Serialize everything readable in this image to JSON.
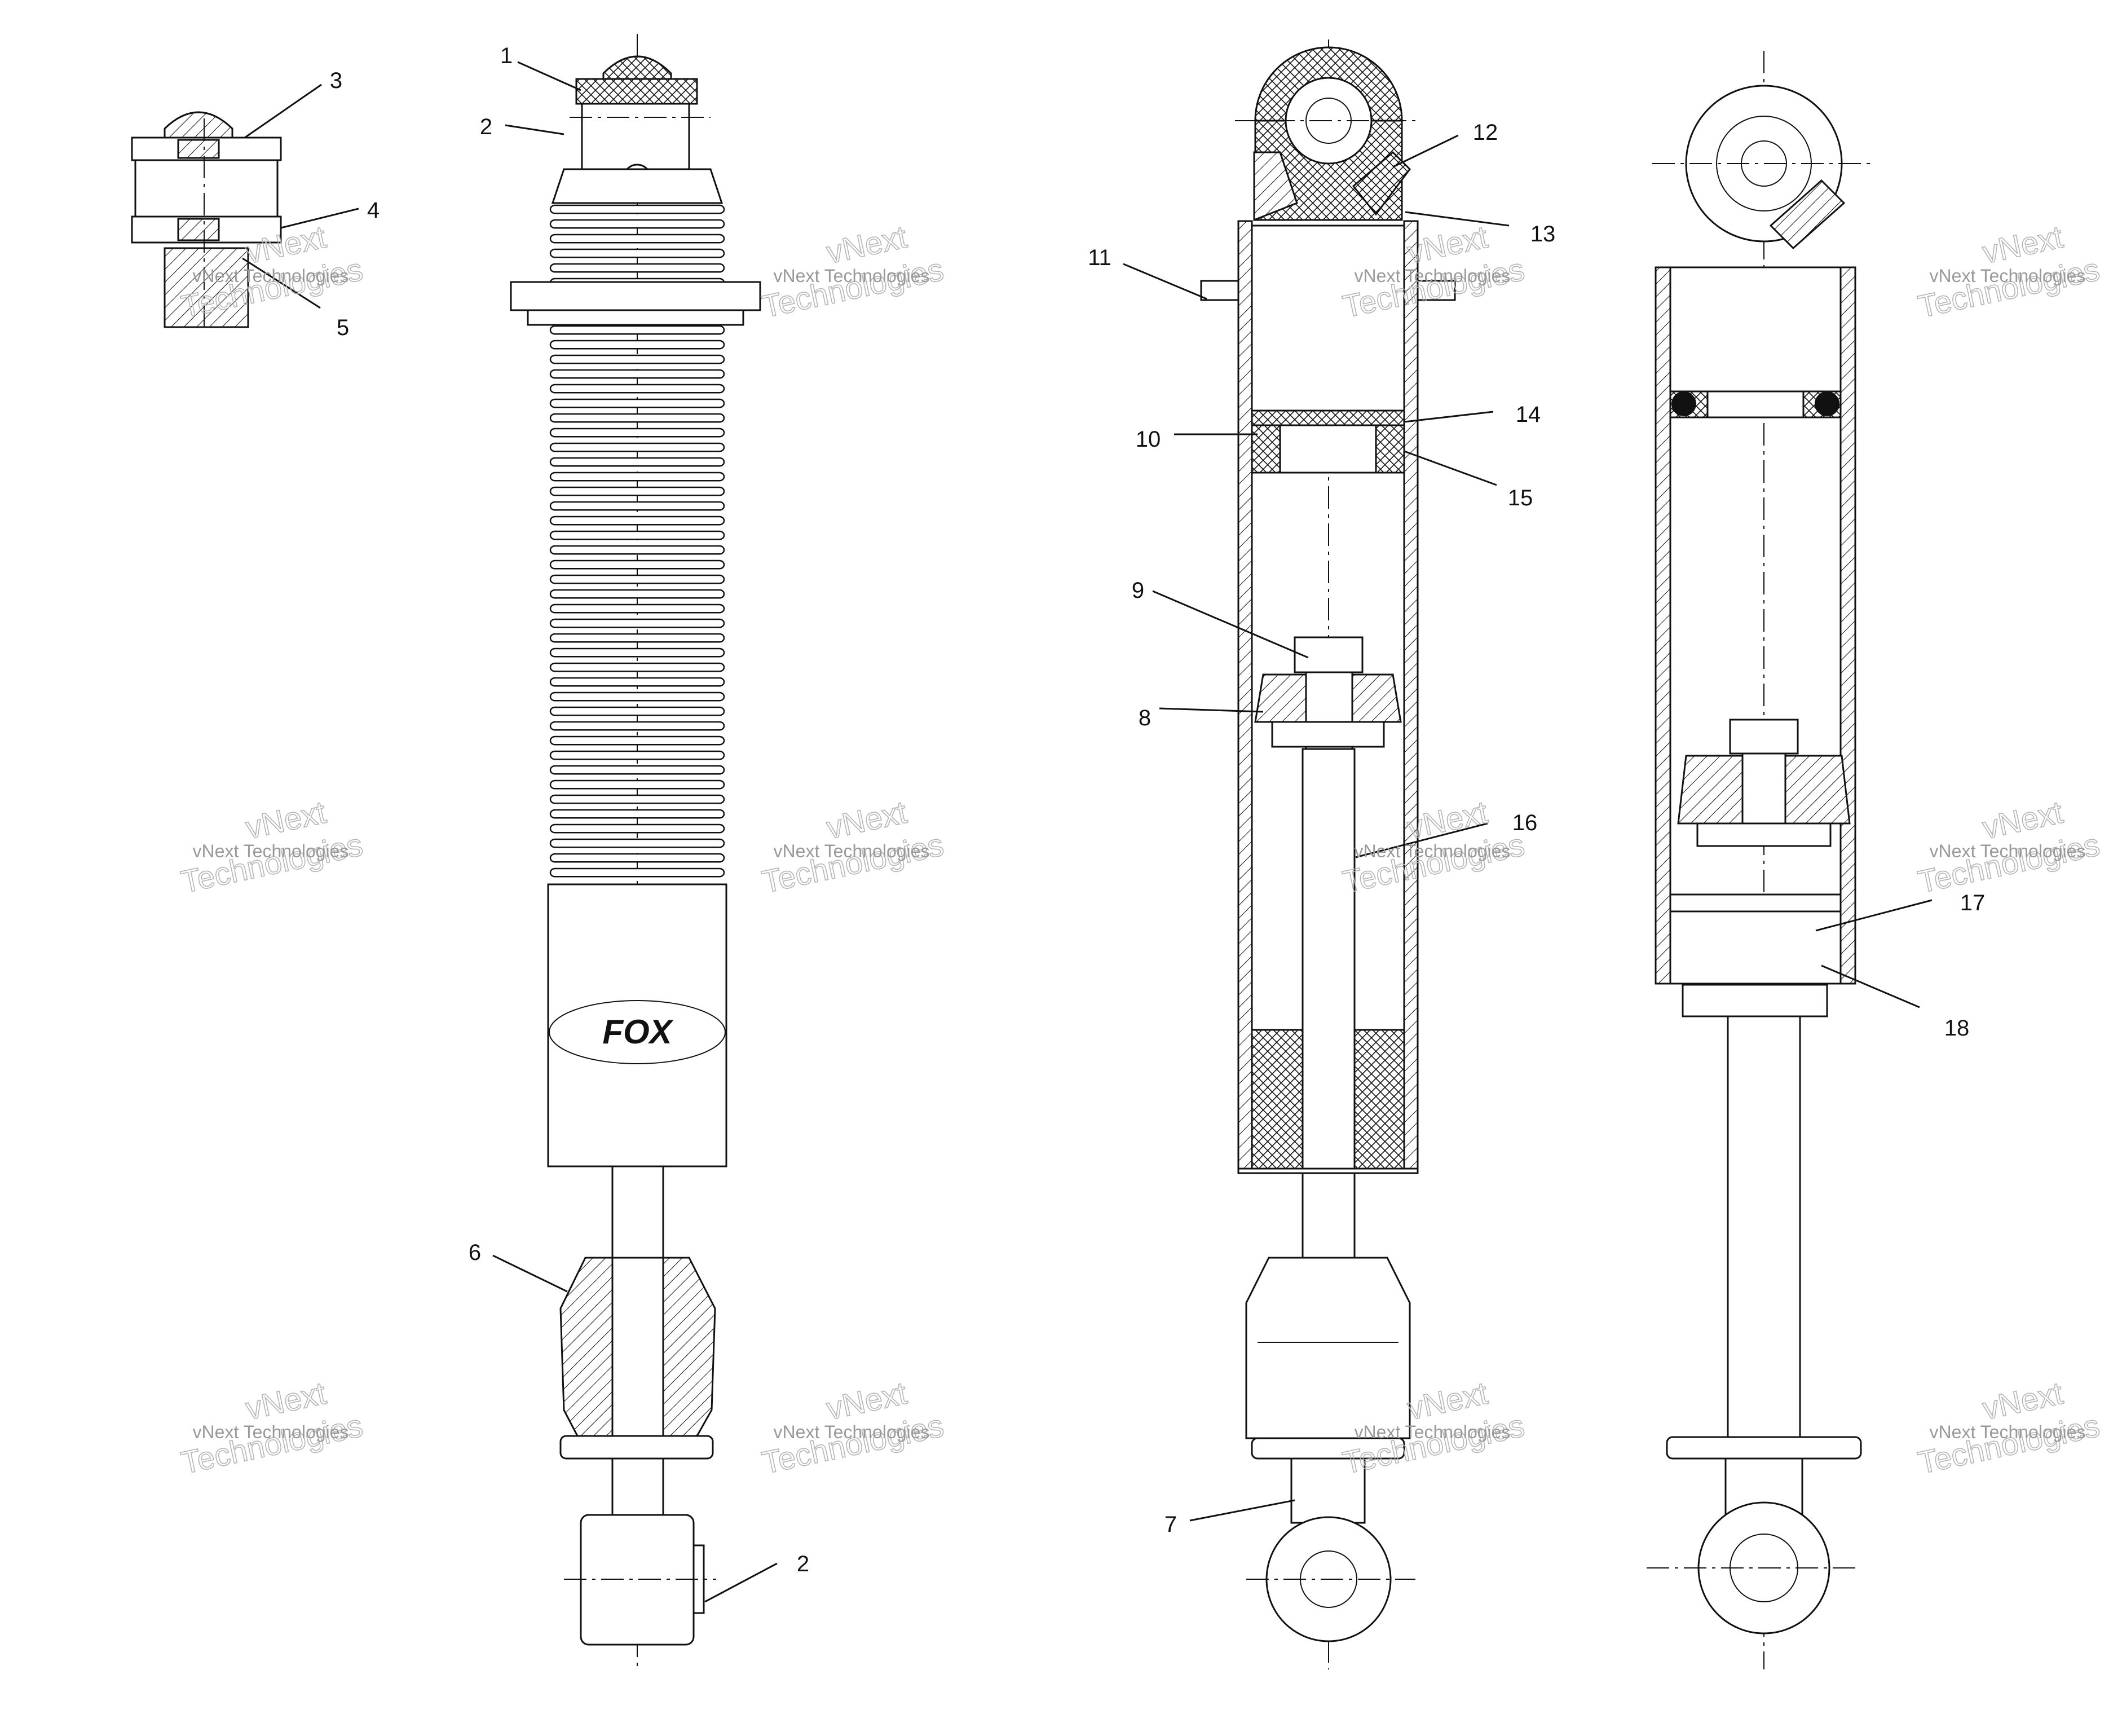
{
  "figure": {
    "callouts": [
      {
        "id": "c1",
        "text": "1"
      },
      {
        "id": "c2a",
        "text": "2"
      },
      {
        "id": "c3",
        "text": "3"
      },
      {
        "id": "c4",
        "text": "4"
      },
      {
        "id": "c5",
        "text": "5"
      },
      {
        "id": "c6",
        "text": "6"
      },
      {
        "id": "c2b",
        "text": "2"
      },
      {
        "id": "c7",
        "text": "7"
      },
      {
        "id": "c8",
        "text": "8"
      },
      {
        "id": "c9",
        "text": "9"
      },
      {
        "id": "c10",
        "text": "10"
      },
      {
        "id": "c11",
        "text": "11"
      },
      {
        "id": "c12",
        "text": "12"
      },
      {
        "id": "c13",
        "text": "13"
      },
      {
        "id": "c14",
        "text": "14"
      },
      {
        "id": "c15",
        "text": "15"
      },
      {
        "id": "c16",
        "text": "16"
      },
      {
        "id": "c17",
        "text": "17"
      },
      {
        "id": "c18",
        "text": "18"
      }
    ],
    "watermark": {
      "small": "vNext Technologies",
      "large_line1": "vNext",
      "large_line2": "Technologies"
    },
    "decal": {
      "brand": "FOX"
    }
  },
  "colors": {
    "line": "#111111",
    "background": "#ffffff",
    "watermark": "#9a9a9a"
  }
}
